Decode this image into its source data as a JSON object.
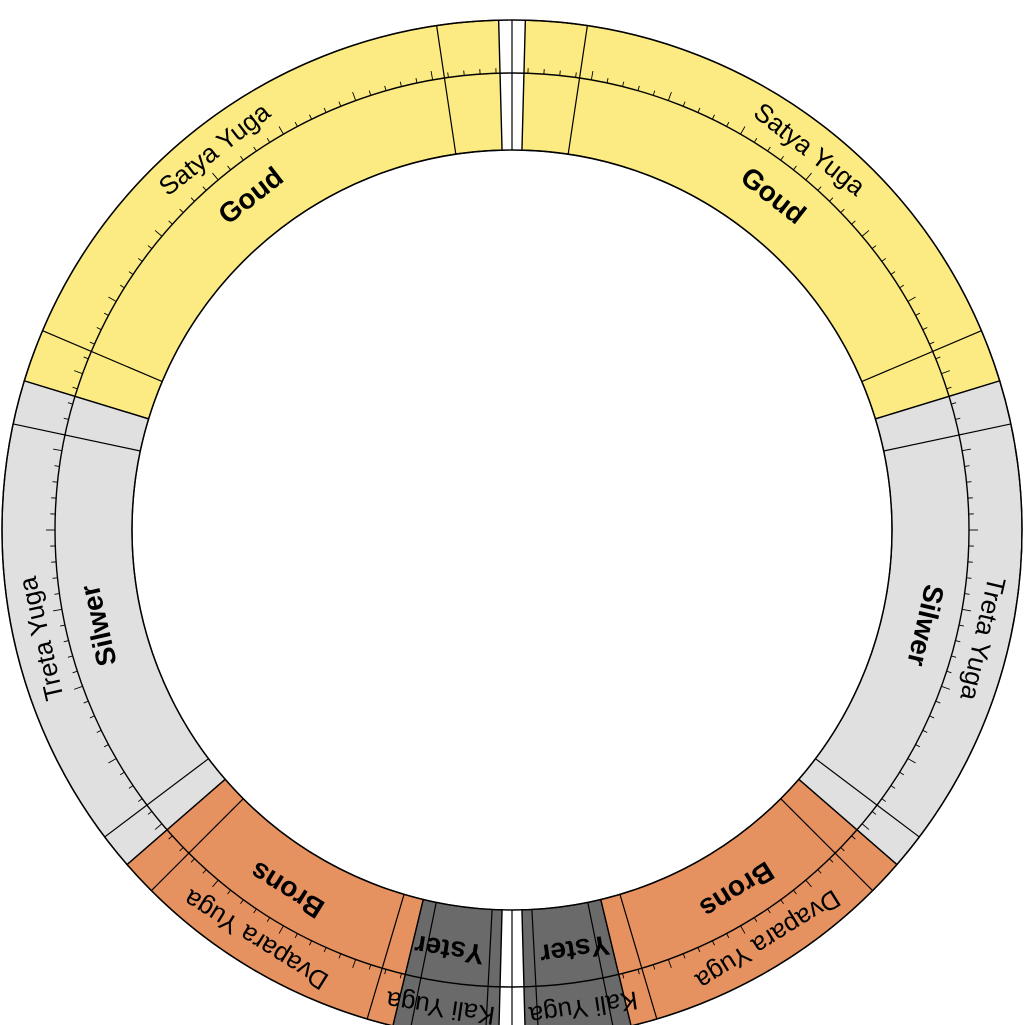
{
  "diagram": {
    "halves": [
      "left",
      "right"
    ],
    "ages": [
      {
        "key": "satya",
        "yuga_label": "Satya Yuga",
        "metal_label": "Goud",
        "color": "#fbeb82"
      },
      {
        "key": "treta",
        "yuga_label": "Treta Yuga",
        "metal_label": "Silwer",
        "color": "#e0e0e0"
      },
      {
        "key": "dvapara",
        "yuga_label": "Dvapara Yuga",
        "metal_label": "Brons",
        "color": "#e69260"
      },
      {
        "key": "kali",
        "yuga_label": "Kali Yuga",
        "metal_label": "Yster",
        "color": "#6a6a6a"
      }
    ]
  }
}
